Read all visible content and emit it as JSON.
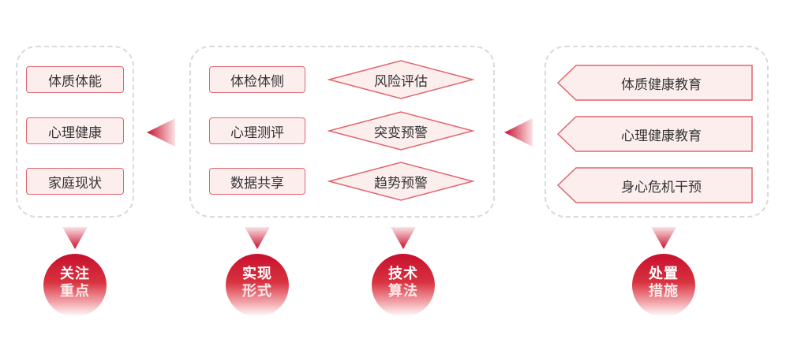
{
  "colors": {
    "accent": "#d7263d",
    "box_fill": "#fdeeee",
    "box_border": "#e0656e",
    "panel_border": "#d9d9d9"
  },
  "left_panel": {
    "items": [
      "体质体能",
      "心理健康",
      "家庭现状"
    ]
  },
  "middle_panel": {
    "forms": [
      "体检体侧",
      "心理测评",
      "数据共享"
    ],
    "algorithms": [
      "风险评估",
      "突变预警",
      "趋势预警"
    ]
  },
  "right_panel": {
    "items": [
      "体质健康教育",
      "心理健康教育",
      "身心危机干预"
    ]
  },
  "labels": [
    {
      "line1": "关注",
      "line2": "重点"
    },
    {
      "line1": "实现",
      "line2": "形式"
    },
    {
      "line1": "技术",
      "line2": "算法"
    },
    {
      "line1": "处置",
      "line2": "措施"
    }
  ]
}
